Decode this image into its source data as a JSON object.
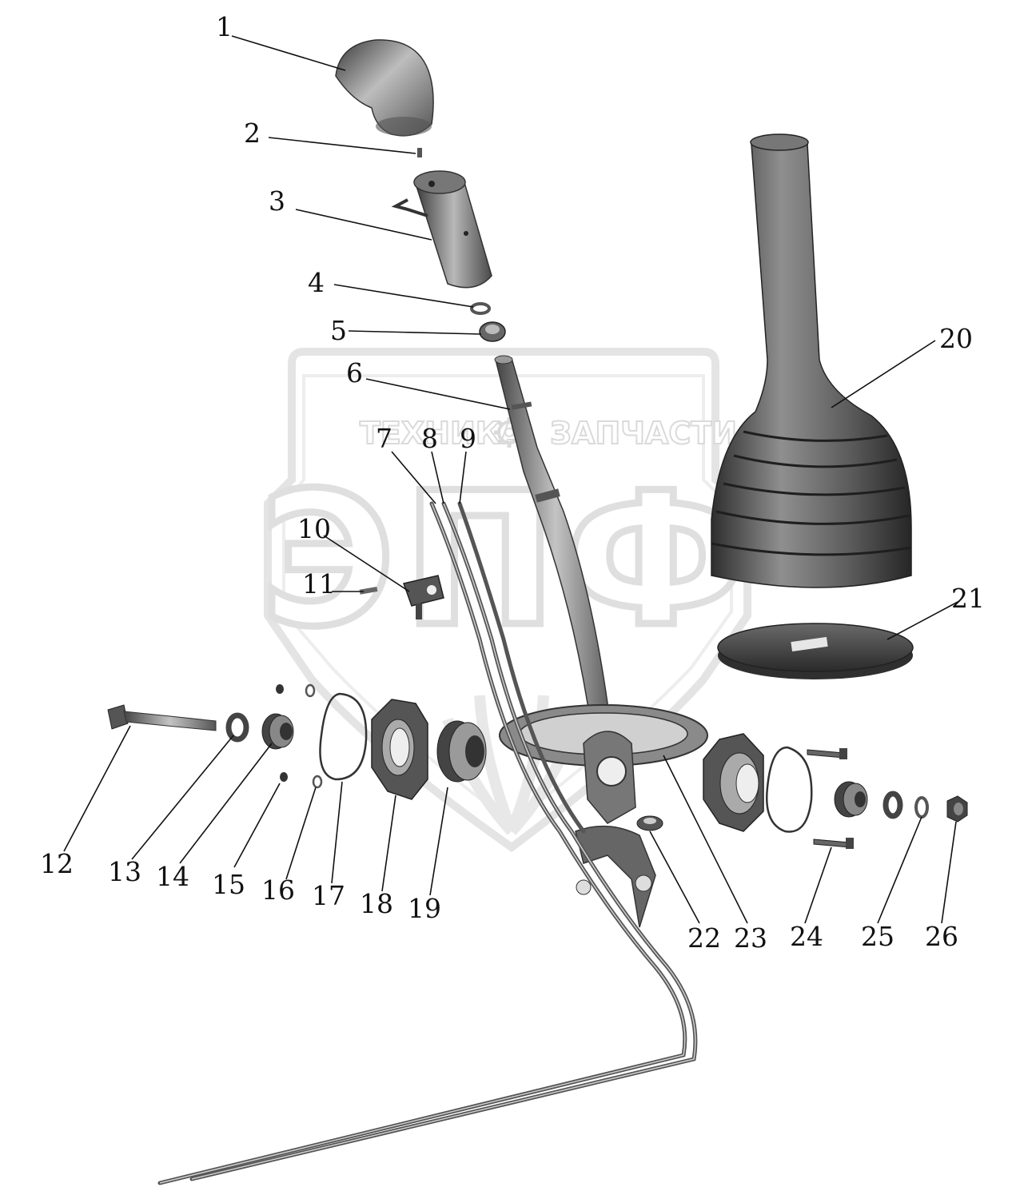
{
  "watermark": {
    "left_word": "ТЕХНИКА",
    "right_word": "ЗАПЧАСТИ",
    "logo": "ЭПФ",
    "gear_icon": "gear-icon"
  },
  "callouts": [
    "1",
    "2",
    "3",
    "4",
    "5",
    "6",
    "7",
    "8",
    "9",
    "10",
    "11",
    "12",
    "13",
    "14",
    "15",
    "16",
    "17",
    "18",
    "19",
    "20",
    "21",
    "22",
    "23",
    "24",
    "25",
    "26"
  ],
  "colors": {
    "part_dark": "#4a4a4a",
    "part_mid": "#8a8a8a",
    "part_light": "#c9c9c9",
    "watermark": "#e4e4e4",
    "ink": "#111111"
  }
}
